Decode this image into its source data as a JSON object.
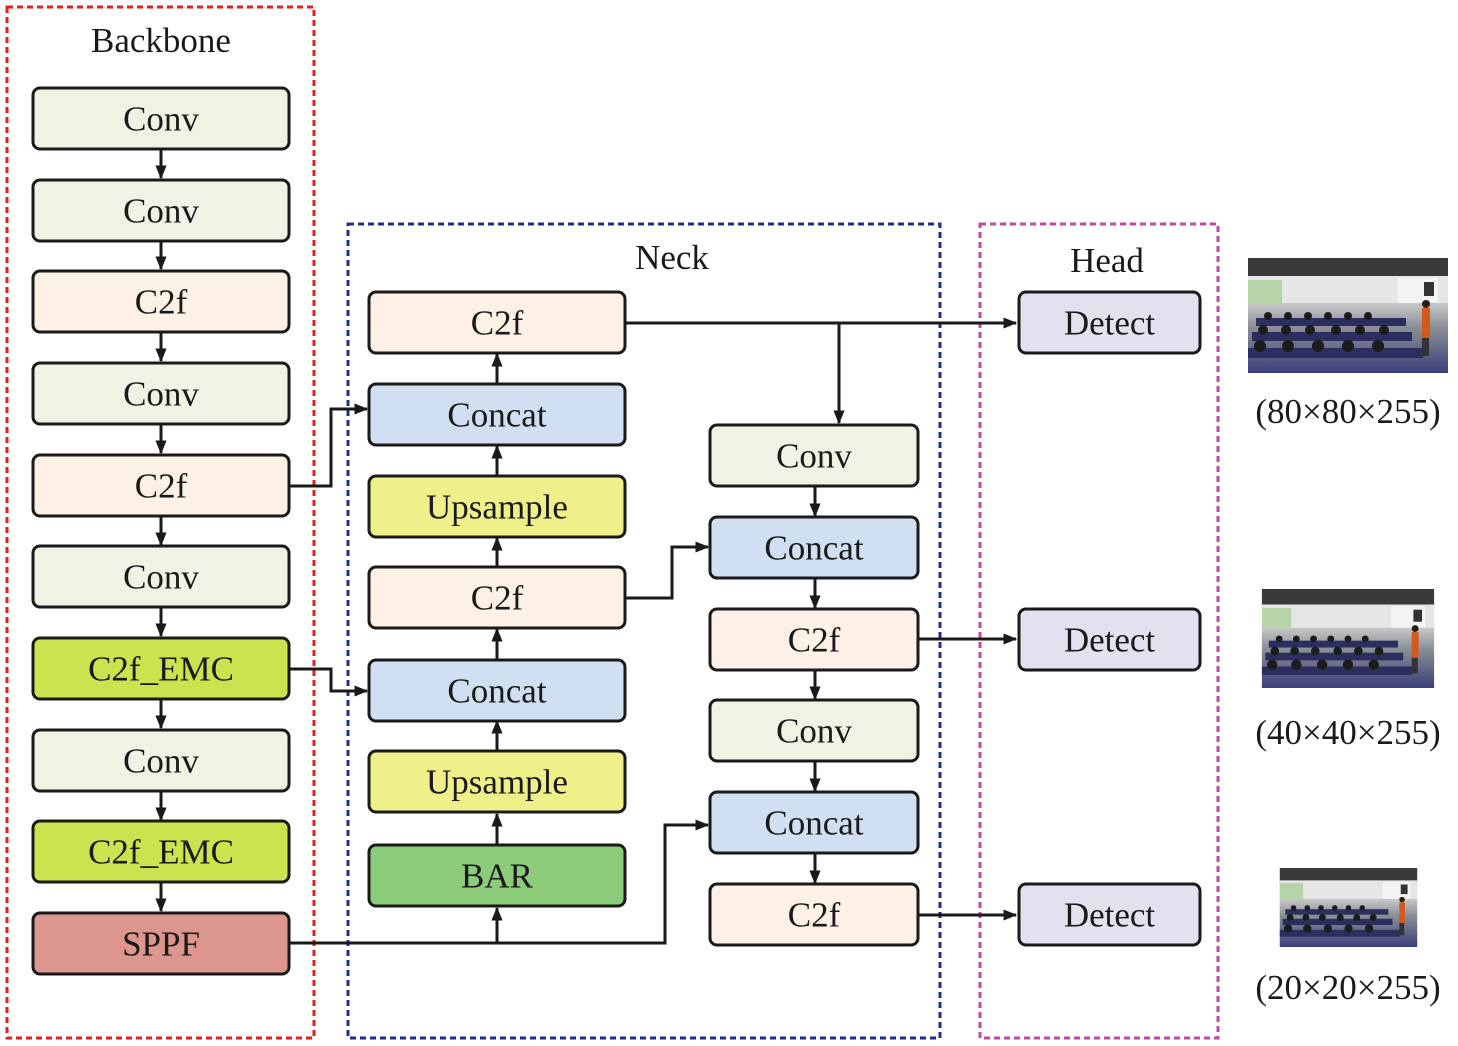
{
  "colors": {
    "conv": "#eef3e4",
    "c2f": "#fdf0e5",
    "concat": "#d0dff2",
    "upsample": "#f0f08a",
    "c2f_emc": "#cde24f",
    "sppf": "#dc968d",
    "bar": "#8ccb7a",
    "detect": "#e4e0ef",
    "backbone_border": "#e0211e",
    "neck_border": "#1f2d8e",
    "head_border": "#c04aa3"
  },
  "groups": {
    "backbone": {
      "title": "Backbone"
    },
    "neck": {
      "title": "Neck"
    },
    "head": {
      "title": "Head"
    }
  },
  "backbone": {
    "blocks": [
      {
        "label": "Conv",
        "kind": "conv"
      },
      {
        "label": "Conv",
        "kind": "conv"
      },
      {
        "label": "C2f",
        "kind": "c2f"
      },
      {
        "label": "Conv",
        "kind": "conv"
      },
      {
        "label": "C2f",
        "kind": "c2f"
      },
      {
        "label": "Conv",
        "kind": "conv"
      },
      {
        "label": "C2f_EMC",
        "kind": "c2f_emc"
      },
      {
        "label": "Conv",
        "kind": "conv"
      },
      {
        "label": "C2f_EMC",
        "kind": "c2f_emc"
      },
      {
        "label": "SPPF",
        "kind": "sppf"
      }
    ]
  },
  "neck": {
    "left_column": [
      {
        "label": "C2f",
        "kind": "c2f"
      },
      {
        "label": "Concat",
        "kind": "concat"
      },
      {
        "label": "Upsample",
        "kind": "upsample"
      },
      {
        "label": "C2f",
        "kind": "c2f"
      },
      {
        "label": "Concat",
        "kind": "concat"
      },
      {
        "label": "Upsample",
        "kind": "upsample"
      },
      {
        "label": "BAR",
        "kind": "bar"
      }
    ],
    "right_column": [
      {
        "label": "Conv",
        "kind": "conv"
      },
      {
        "label": "Concat",
        "kind": "concat"
      },
      {
        "label": "C2f",
        "kind": "c2f"
      },
      {
        "label": "Conv",
        "kind": "conv"
      },
      {
        "label": "Concat",
        "kind": "concat"
      },
      {
        "label": "C2f",
        "kind": "c2f"
      }
    ]
  },
  "head": {
    "detectors": [
      {
        "label": "Detect",
        "output": "(80×80×255)",
        "image_icon": "classroom-photo-icon"
      },
      {
        "label": "Detect",
        "output": "(40×40×255)",
        "image_icon": "classroom-photo-icon"
      },
      {
        "label": "Detect",
        "output": "(20×20×255)",
        "image_icon": "classroom-photo-icon"
      }
    ]
  }
}
